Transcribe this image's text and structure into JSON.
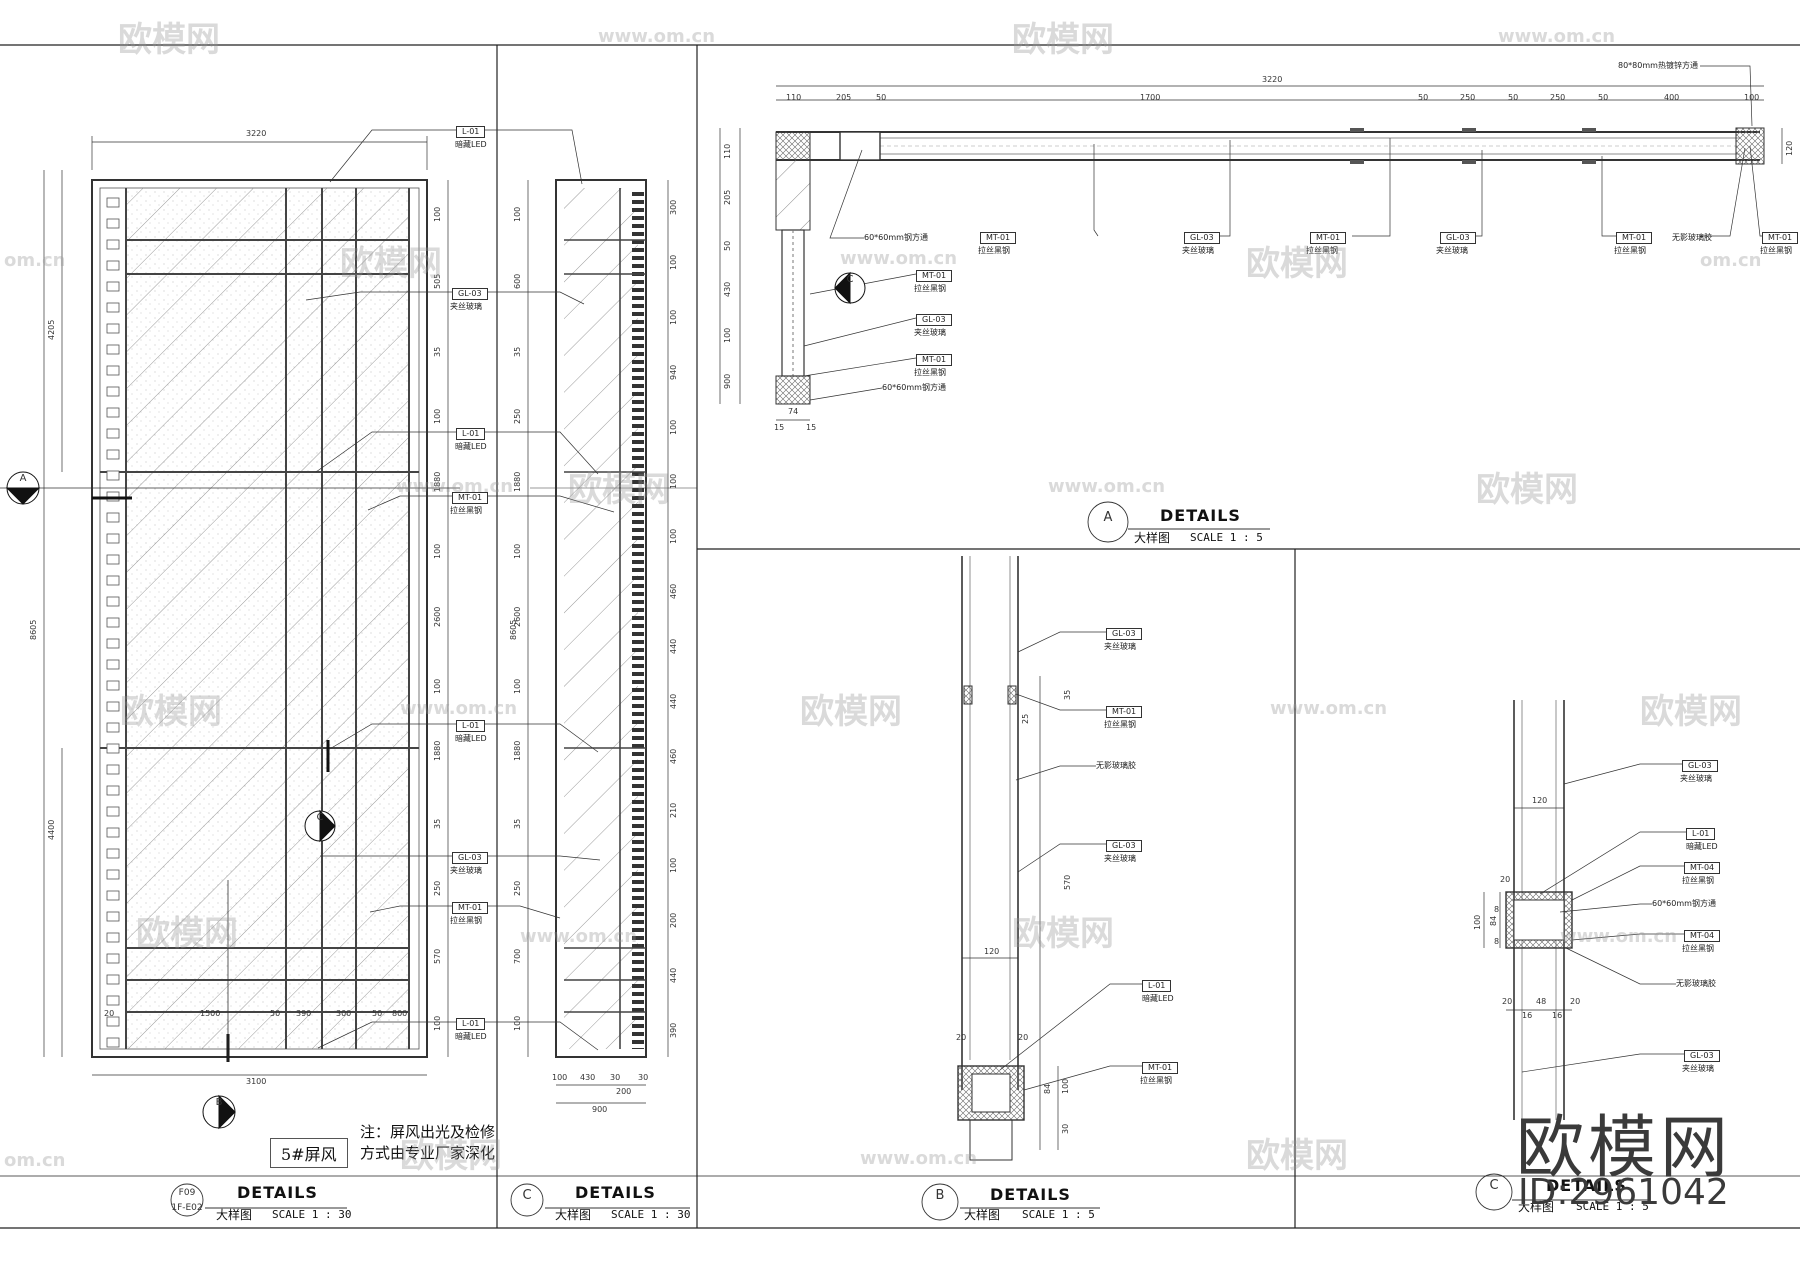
{
  "panels": {
    "p1": {
      "title": "DETAILS",
      "subtitle": "大样图",
      "scale": "SCALE 1 : 30",
      "bubble_top": "F09",
      "bubble_bottom": "1F-E02"
    },
    "p2": {
      "title": "DETAILS",
      "subtitle": "大样图",
      "scale": "SCALE 1 : 30",
      "bubble": "C"
    },
    "pA": {
      "title": "DETAILS",
      "subtitle": "大样图",
      "scale": "SCALE 1 : 5",
      "bubble": "A"
    },
    "pB": {
      "title": "DETAILS",
      "subtitle": "大样图",
      "scale": "SCALE 1 : 5",
      "bubble": "B"
    },
    "pC": {
      "title": "DETAILS",
      "subtitle": "大样图",
      "scale": "SCALE 1 : 5",
      "bubble": "C"
    }
  },
  "sheet_name": "5#屏风",
  "note": "注：屏风出光及检修方式由专业厂家深化",
  "section_marks": {
    "A": "A",
    "B": "B",
    "C": "C"
  },
  "tags": {
    "L01": "L-01",
    "GL03": "GL-03",
    "MT01": "MT-01",
    "MT04": "MT-04"
  },
  "materials": {
    "led": "暗藏LED",
    "glass": "夹丝玻璃",
    "steel": "拉丝黑钢",
    "glue": "无影玻璃胶",
    "tube60": "60*60mm钢方通",
    "tube80": "80*80mm热镀锌方通"
  },
  "dims": {
    "elev_width_top": "3220",
    "elev_width_bottom": "3100",
    "elev_h_total": "8605",
    "elev_h_upper": "4205",
    "elev_h_lower": "4400",
    "elev_rows": [
      "100",
      "505",
      "35",
      "100",
      "1880",
      "100",
      "2600",
      "100",
      "1880",
      "35",
      "250",
      "570",
      "100"
    ],
    "elev_bottom_segs": [
      "20",
      "1500",
      "50",
      "390",
      "300",
      "50",
      "800"
    ],
    "side_rows": [
      "100",
      "600",
      "35",
      "250",
      "1880",
      "100",
      "2600",
      "100",
      "1880",
      "35",
      "250",
      "700",
      "100"
    ],
    "side_bottom": [
      "100",
      "430",
      "30",
      "200",
      "30",
      "900"
    ],
    "side_right": [
      "300",
      "100",
      "100",
      "940",
      "100",
      "100",
      "100",
      "460",
      "440",
      "440",
      "460",
      "210",
      "100",
      "200",
      "440",
      "390"
    ],
    "planA_top_total": "3220",
    "planA_segs": [
      "110",
      "205",
      "50",
      "1700",
      "50",
      "250",
      "50",
      "250",
      "50",
      "400",
      "100"
    ],
    "planA_left": [
      "110",
      "205",
      "50",
      "430",
      "100",
      "900"
    ],
    "planA_bottom": [
      "15",
      "74",
      "15"
    ],
    "planA_right": "120",
    "secB": [
      "35",
      "25",
      "570",
      "120",
      "20",
      "20",
      "84",
      "100",
      "30"
    ],
    "secC": [
      "120",
      "20",
      "8",
      "84",
      "100",
      "8",
      "20",
      "16",
      "48",
      "16",
      "20"
    ]
  },
  "watermark": {
    "logo": "欧模网",
    "url": "www.om.cn",
    "url_partial": "om.cn"
  },
  "brand": {
    "logo": "欧模网",
    "id": "ID:2961042"
  }
}
